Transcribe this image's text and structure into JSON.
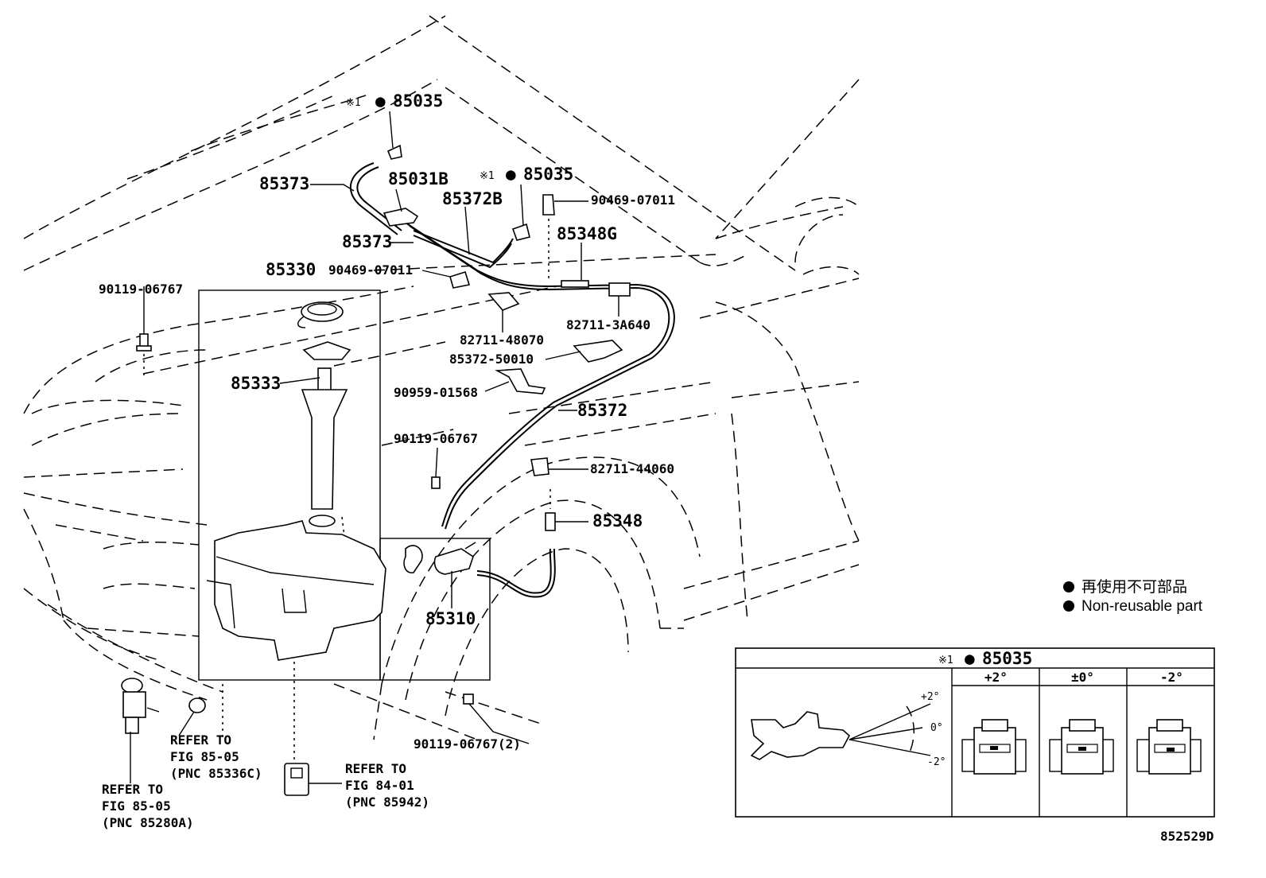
{
  "labels": {
    "l85035_top": "85035",
    "l85035_mid": "85035",
    "l85373_a": "85373",
    "l85031B": "85031B",
    "l85372B": "85372B",
    "l90469_a": "90469-07011",
    "l85373_b": "85373",
    "l85348G": "85348G",
    "l85330": "85330",
    "l90469_b": "90469-07011",
    "l90119_a": "90119-06767",
    "l82711_48070": "82711-48070",
    "l82711_3A640": "82711-3A640",
    "l85372_50010": "85372-50010",
    "l85333": "85333",
    "l90959": "90959-01568",
    "l85372": "85372",
    "l90119_b": "90119-06767",
    "l82711_44060": "82711-44060",
    "l85348": "85348",
    "l85310": "85310",
    "l90119_c": "90119-06767(2)"
  },
  "marks": {
    "ref1": "※1",
    "nonreusable_dot": "●"
  },
  "refs": {
    "ref_a_line1": "REFER TO",
    "ref_a_line2": "FIG 85-05",
    "ref_a_line3": "(PNC 85336C)",
    "ref_b_line1": "REFER TO",
    "ref_b_line2": "FIG 84-01",
    "ref_b_line3": "(PNC 85942)",
    "ref_c_line1": "REFER TO",
    "ref_c_line2": "FIG 85-05",
    "ref_c_line3": "(PNC 85280A)"
  },
  "legend": {
    "jp": "再使用不可部品",
    "en": "Non-reusable part"
  },
  "inset": {
    "title": "85035",
    "angle_plus": "+2°",
    "angle_zero": "0°",
    "angle_minus": "-2°",
    "col1": "+2°",
    "col2": "±0°",
    "col3": "-2°"
  },
  "diagram_id": "852529D"
}
